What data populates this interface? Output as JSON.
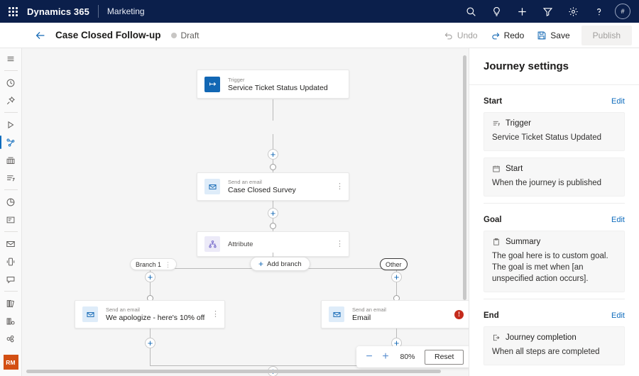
{
  "suitebar": {
    "waffle_label": "app-launcher",
    "brand": "Dynamics 365",
    "app_name": "Marketing",
    "icons": [
      "search-icon",
      "lightbulb-icon",
      "plus-icon",
      "filter-icon",
      "gear-icon",
      "help-icon"
    ],
    "avatar_label": "#"
  },
  "commandbar": {
    "back_label": "back-arrow",
    "title": "Case Closed Follow-up",
    "status": "Draft",
    "undo": "Undo",
    "redo": "Redo",
    "save": "Save",
    "publish": "Publish"
  },
  "rail": {
    "items": [
      {
        "name": "hamburger-menu-icon",
        "active": false
      },
      {
        "name": "recent-clock-icon",
        "active": false
      },
      {
        "name": "pin-icon",
        "active": false
      },
      {
        "name": "play-triangle-icon",
        "active": false
      },
      {
        "name": "journeys-icon",
        "active": true
      },
      {
        "name": "segments-icon",
        "active": false
      },
      {
        "name": "triggers-icon",
        "active": false
      },
      {
        "name": "analytics-pie-icon",
        "active": false
      },
      {
        "name": "forms-icon",
        "active": false
      },
      {
        "name": "email-icon",
        "active": false
      },
      {
        "name": "mobile-icon",
        "active": false
      },
      {
        "name": "chat-icon",
        "active": false
      },
      {
        "name": "library-icon",
        "active": false
      },
      {
        "name": "assets-icon",
        "active": false
      },
      {
        "name": "audience-icon",
        "active": false
      }
    ],
    "badge": "RM"
  },
  "canvas": {
    "nodes": [
      {
        "id": "trigger",
        "sub": "Trigger",
        "name": "Service Ticket Status Updated",
        "icon": "trigger-arrow-icon",
        "menu": false,
        "error": false
      },
      {
        "id": "email1",
        "sub": "Send an email",
        "name": "Case Closed Survey",
        "icon": "envelope-icon",
        "menu": true,
        "error": false
      },
      {
        "id": "attribute",
        "single": "Attribute",
        "icon": "attribute-branch-icon",
        "menu": true,
        "error": false
      },
      {
        "id": "email2",
        "sub": "Send an email",
        "name": "We apologize - here's 10% off",
        "icon": "envelope-icon",
        "menu": true,
        "error": false
      },
      {
        "id": "email3",
        "sub": "Send an email",
        "name": "Email",
        "icon": "envelope-icon",
        "menu": false,
        "error": true
      }
    ],
    "branch_left_label": "Branch 1",
    "branch_right_label": "Other",
    "add_branch_label": "Add branch",
    "error_badge": "!",
    "zoom": {
      "minus": "−",
      "plus": "+",
      "level": "80%",
      "reset": "Reset"
    }
  },
  "panel": {
    "title": "Journey settings",
    "sections": [
      {
        "title": "Start",
        "edit": "Edit",
        "cards": [
          {
            "icon": "trigger-icon",
            "head": "Trigger",
            "value": "Service Ticket Status Updated"
          },
          {
            "icon": "calendar-icon",
            "head": "Start",
            "value": "When the journey is published"
          }
        ]
      },
      {
        "title": "Goal",
        "edit": "Edit",
        "cards": [
          {
            "icon": "clipboard-icon",
            "head": "Summary",
            "value": "The goal here is to custom goal. The goal is met when [an unspecified action occurs]."
          }
        ]
      },
      {
        "title": "End",
        "edit": "Edit",
        "cards": [
          {
            "icon": "exit-icon",
            "head": "Journey completion",
            "value": "When all steps are completed"
          }
        ]
      }
    ]
  },
  "colors": {
    "suite_bg": "#0b1f4b",
    "accent": "#0f6cbd",
    "trigger_blue": "#1267b4",
    "error_red": "#c42b1c",
    "badge_orange": "#d34f13",
    "canvas_bg": "#f5f5f5"
  }
}
